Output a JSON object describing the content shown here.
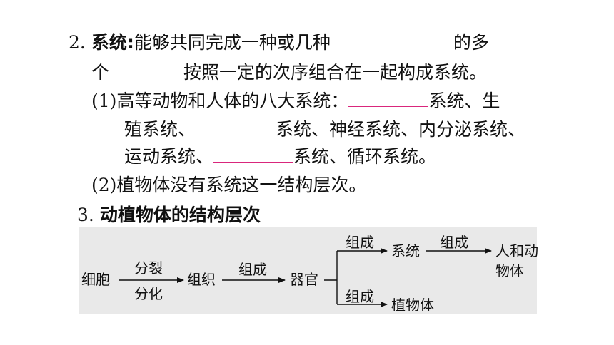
{
  "item2": {
    "number": "2.",
    "term": "系统",
    "colon": ":",
    "text_a": "能够共同完成一种或几种",
    "text_b": "的多",
    "text_c": "个",
    "text_d": "按照一定的次序组合在一起构成系统。"
  },
  "sub1": {
    "label": "(1)",
    "text_a": "高等动物和人体的八大系统：",
    "text_b": "系统、生",
    "text_c": "殖系统、",
    "text_d": "系统、神经系统、内分泌系统、",
    "text_e": "运动系统、",
    "text_f": "系统、循环系统。"
  },
  "sub2": {
    "label": "(2)",
    "text": "植物体没有系统这一结构层次。"
  },
  "item3": {
    "number": "3.",
    "title": "动植物体的结构层次"
  },
  "diagram": {
    "cell": "细胞",
    "split": "分裂",
    "differentiate": "分化",
    "tissue": "组织",
    "compose1": "组成",
    "organ": "器官",
    "compose_top": "组成",
    "system": "系统",
    "compose_right": "组成",
    "human_animal_1": "人和动",
    "human_animal_2": "物体",
    "compose_bottom": "组成",
    "plant": "植物体"
  },
  "colors": {
    "blank_line": "#d9267c",
    "diagram_bg": "#e9e9e9"
  }
}
